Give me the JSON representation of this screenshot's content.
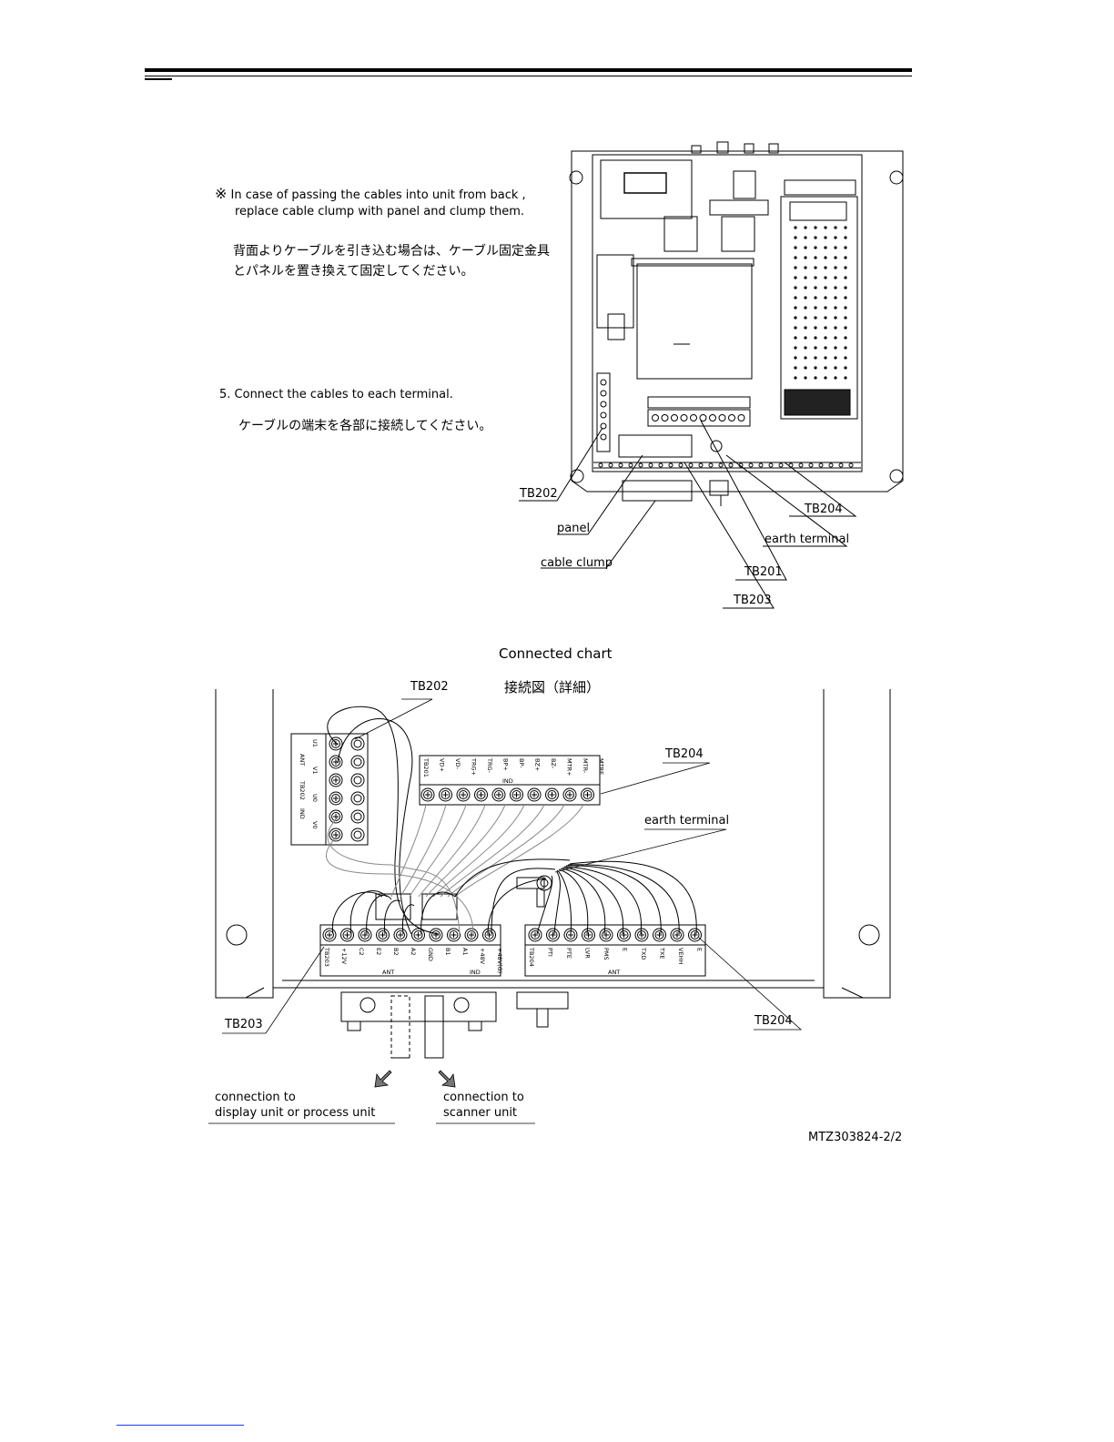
{
  "note": {
    "mark": "※",
    "en_line1": "In case of passing the cables into unit from back ,",
    "en_line2": "replace cable clump with panel and clump them.",
    "jp_line1": "背面よりケーブルを引き込む場合は、ケーブル固定金具",
    "jp_line2": "とパネルを置き換えて固定してください。"
  },
  "step5": {
    "en": "5. Connect  the cables to each terminal.",
    "jp": "ケーブルの端末を各部に接続してください。"
  },
  "photo_labels": {
    "tb202": "TB202",
    "panel": "panel",
    "cable_clump": "cable clump",
    "tb204": "TB204",
    "earth_terminal": "earth terminal",
    "tb201": "TB201",
    "tb203": "TB203"
  },
  "chart": {
    "title_en": "Connected chart",
    "title_jp": "接続図（詳細）",
    "tb202": "TB202",
    "tb204_top": "TB204",
    "earth_terminal": "earth terminal",
    "tb203": "TB203",
    "tb204_bottom": "TB204",
    "conn_left_1": "connection to",
    "conn_left_2": "display unit or process unit",
    "conn_right_1": "connection to",
    "conn_right_2": "scanner unit",
    "tb202_terms": [
      "U1",
      "V1",
      "U0",
      "V0"
    ],
    "tb202_groups": [
      "ANT",
      "TB202",
      "IND"
    ],
    "tb201_terms": [
      "TB201",
      "VD+",
      "VD-",
      "TRG+",
      "TRG-",
      "BP+",
      "BP-",
      "BZ+",
      "BZ-",
      "MTR+",
      "MTR-",
      "MTRE"
    ],
    "tb201_group": "IND",
    "tb203_terms": [
      "TB203",
      "+12V",
      "C2",
      "E2",
      "B2",
      "A2",
      "GND",
      "B1",
      "A1",
      "+48V",
      "+48V(G)"
    ],
    "tb203_groups": [
      "ANT",
      "IND"
    ],
    "tb204_terms": [
      "TB204",
      "PTI",
      "PTE",
      "LVR",
      "PMS",
      "E",
      "TXD",
      "TXE",
      "VEHH",
      "E"
    ],
    "tb204_group": "ANT"
  },
  "doc_number": "MTZ303824-2/2"
}
